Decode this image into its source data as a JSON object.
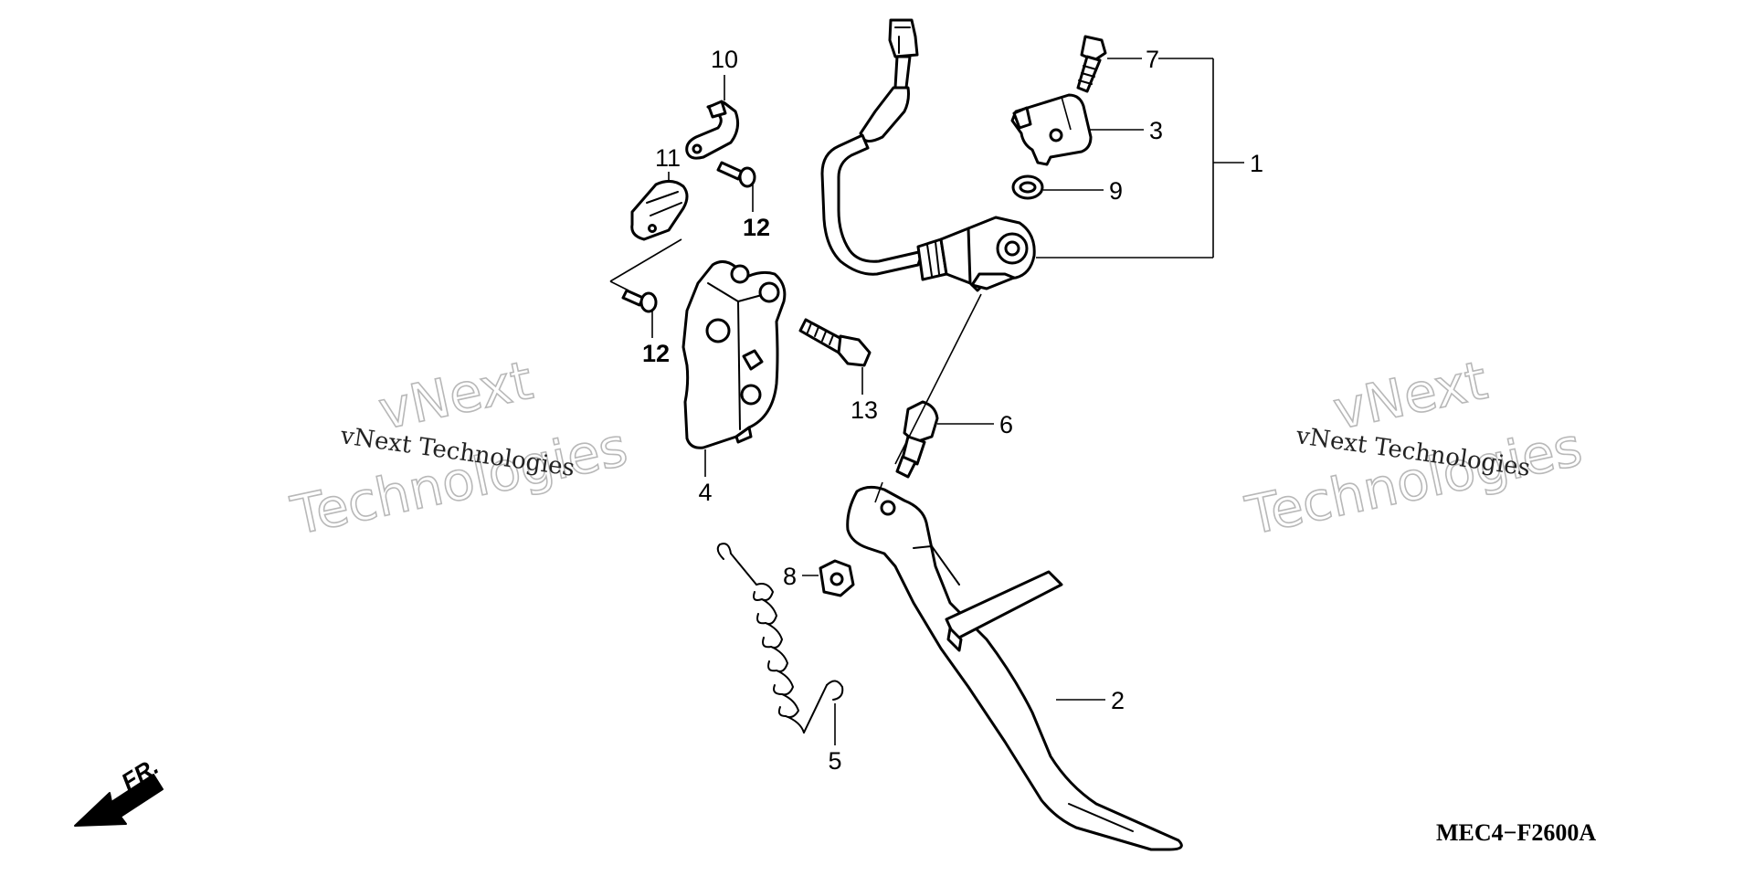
{
  "diagram": {
    "code": "MEC4−F2600A",
    "direction_label": "FR.",
    "callouts": {
      "c1": "1",
      "c2": "2",
      "c3": "3",
      "c4": "4",
      "c5": "5",
      "c6": "6",
      "c7": "7",
      "c8": "8",
      "c9": "9",
      "c10": "10",
      "c11": "11",
      "c12a": "12",
      "c12b": "12",
      "c13": "13"
    },
    "watermarks": {
      "left_small": "vNext Technologies",
      "left_big_1": "vNext",
      "left_big_2": "Technologies",
      "right_small": "vNext Technologies",
      "right_big_1": "vNext",
      "right_big_2": "Technologies"
    }
  }
}
